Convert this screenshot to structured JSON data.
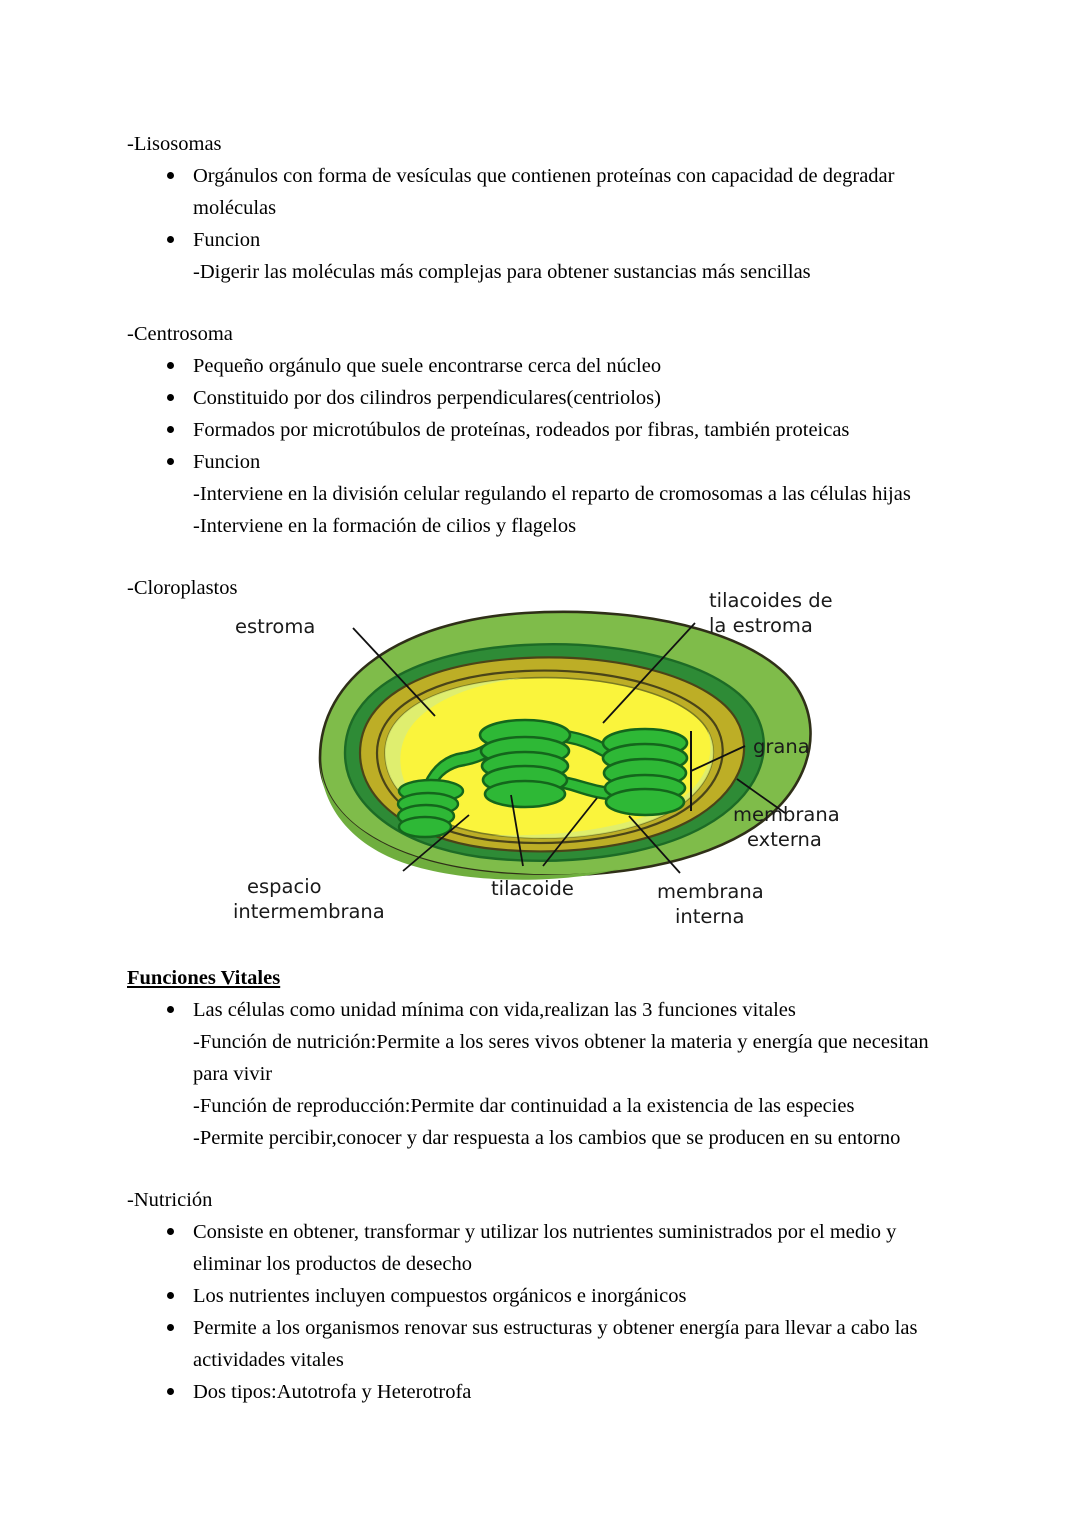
{
  "document": {
    "sections": [
      {
        "id": "lisosomas",
        "title": "-Lisosomas",
        "bullets": [
          {
            "text": "Orgánulos con forma de vesículas que contienen proteínas con capacidad de degradar moléculas"
          },
          {
            "text": "Funcion",
            "subs": [
              "-Digerir las moléculas más complejas para obtener sustancias más sencillas"
            ]
          }
        ]
      },
      {
        "id": "centrosoma",
        "title": "-Centrosoma",
        "bullets": [
          {
            "text": "Pequeño orgánulo que suele encontrarse cerca del núcleo"
          },
          {
            "text": "Constituido por dos cilindros perpendiculares(centriolos)"
          },
          {
            "text": "Formados por microtúbulos de proteínas, rodeados por fibras, también proteicas"
          },
          {
            "text": "Funcion",
            "subs": [
              "-Interviene en la división celular regulando el reparto de cromosomas a las células hijas",
              "-Interviene en la formación de cilios y flagelos"
            ]
          }
        ]
      },
      {
        "id": "cloroplastos",
        "title": "-Cloroplastos",
        "bullets": []
      },
      {
        "id": "funciones-vitales",
        "title": "Funciones Vitales",
        "heading_style": "bold-underline",
        "bullets": [
          {
            "text": "Las células como unidad mínima con vida,realizan las 3 funciones vitales",
            "subs": [
              "-Función de nutrición:Permite a los seres vivos obtener la materia y energía que necesitan para vivir",
              "-Función de reproducción:Permite dar continuidad a la existencia de las especies",
              "-Permite percibir,conocer y dar respuesta a los cambios que se producen en su entorno"
            ]
          }
        ]
      },
      {
        "id": "nutricion",
        "title": "-Nutrición",
        "bullets": [
          {
            "text": "Consiste en obtener, transformar y utilizar los nutrientes suministrados por el medio y eliminar los productos de desecho"
          },
          {
            "text": "Los nutrientes incluyen compuestos orgánicos e inorgánicos"
          },
          {
            "text": "Permite a los organismos renovar sus estructuras y obtener energía para llevar a cabo las actividades vitales"
          },
          {
            "text": "Dos tipos:Autotrofa y Heterotrofa"
          }
        ]
      }
    ]
  },
  "figure": {
    "name": "chloroplast-diagram",
    "labels": {
      "estroma": "estroma",
      "tilacoides_estroma_line1": "tilacoides de",
      "tilacoides_estroma_line2": "la estroma",
      "grana": "grana",
      "membrana_externa_line1": "membrana",
      "membrana_externa_line2": "externa",
      "espacio_line1": "espacio",
      "espacio_line2": "intermembrana",
      "tilacoide": "tilacoide",
      "membrana_interna_line1": "membrana",
      "membrana_interna_line2": "interna"
    },
    "colors": {
      "outer_body": "#7fbc4a",
      "outer_body_shade": "#6fae3e",
      "dark_rim": "#2e8b36",
      "dark_rim_stroke": "#1d6b26",
      "khaki_membrane": "#bdae26",
      "khaki_dark": "#a89a20",
      "stroma_yellow": "#faf43c",
      "stroma_pale": "#e2f07a",
      "grana_green": "#2eb836",
      "grana_stroke": "#14661c",
      "outline": "#2f2f18",
      "leader_line": "#111111"
    }
  }
}
